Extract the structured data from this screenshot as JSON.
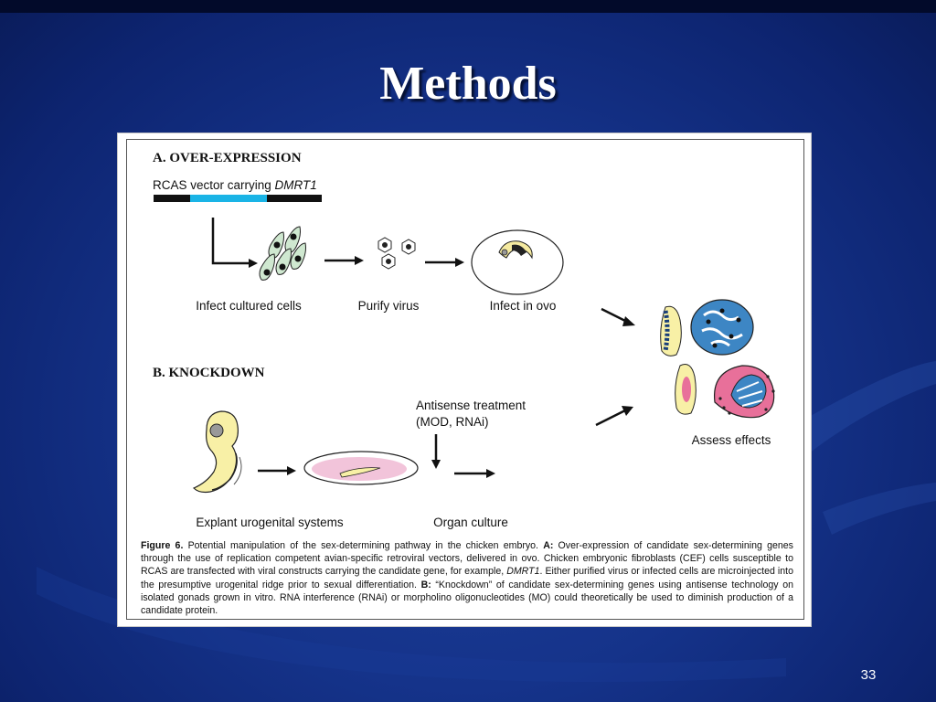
{
  "slide": {
    "title": "Methods",
    "page_number": "33"
  },
  "figure": {
    "section_a": {
      "heading": "A. OVER-EXPRESSION",
      "vector_label_prefix": "RCAS vector carrying ",
      "vector_gene": "DMRT1",
      "steps": [
        "Infect cultured  cells",
        "Purify virus",
        "Infect in ovo"
      ]
    },
    "section_b": {
      "heading": "B. KNOCKDOWN",
      "treatment_line1": "Antisense treatment",
      "treatment_line2": "(MOD, RNAi)",
      "steps": [
        "Explant urogenital systems",
        "Organ culture"
      ]
    },
    "outcome_label": "Assess effects",
    "caption": {
      "fig_label": "Figure 6.",
      "text_1": " Potential manipulation of the sex-determining pathway in the chicken embryo. ",
      "label_a": "A:",
      "text_2": " Over-expression of candidate sex-determining genes through the use of replication competent avian-specific retroviral vectors, delivered in ovo. Chicken embryonic fibroblasts (CEF) cells susceptible to RCAS are transfected with viral constructs carrying the candidate gene, for example, ",
      "gene": "DMRT1",
      "text_3": ". Either purified virus or infected cells are microinjected into the presumptive urogenital ridge prior to sexual differentiation. ",
      "label_b": "B:",
      "text_4": " “Knockdown” of candidate sex-determining genes using antisense technology on isolated gonads grown in vitro. RNA interference (RNAi) or morpholino oligonucleotides (MO) could theoretically be used to diminish production of a candidate protein."
    },
    "colors": {
      "vector_black": "#111111",
      "vector_blue": "#1ab4e6",
      "cell_green": "#cfe8d0",
      "gonad_blue": "#3d86c4",
      "gonad_yellow": "#f8f0a6",
      "gonad_pink": "#e8709a"
    }
  }
}
